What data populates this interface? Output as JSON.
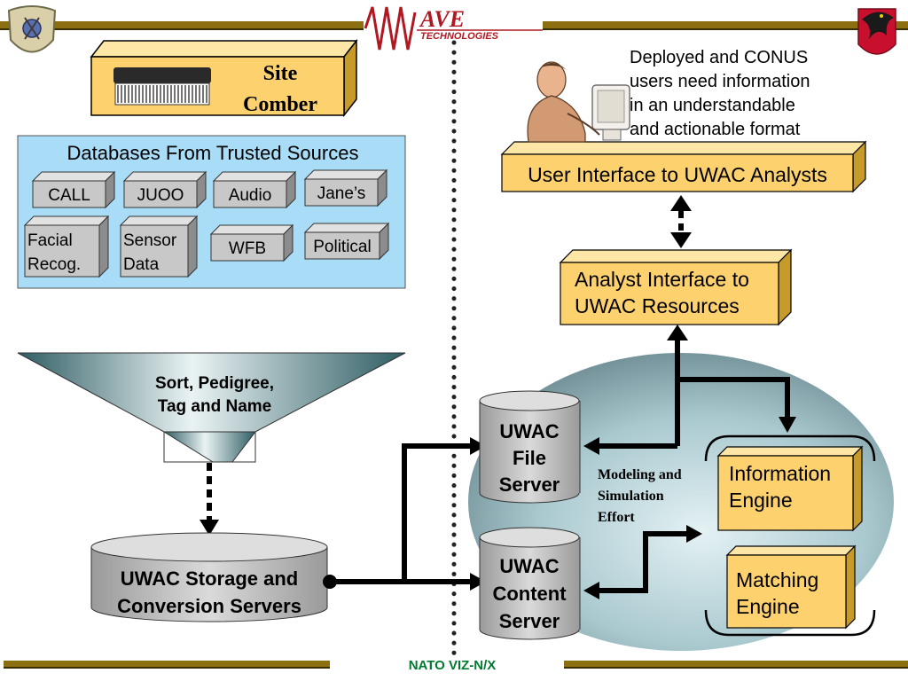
{
  "header": {
    "logo_text_top": "AVE",
    "logo_text_bottom": "TECHNOLOGIES"
  },
  "site_comber": {
    "line1": "Site",
    "line2": "Comber"
  },
  "databases": {
    "title": "Databases From Trusted Sources",
    "items": [
      {
        "lines": [
          "CALL"
        ]
      },
      {
        "lines": [
          "JUOO"
        ]
      },
      {
        "lines": [
          "Audio"
        ]
      },
      {
        "lines": [
          "Jane’s"
        ]
      },
      {
        "lines": [
          "Facial",
          "Recog."
        ]
      },
      {
        "lines": [
          "Sensor",
          "Data"
        ]
      },
      {
        "lines": [
          "WFB"
        ]
      },
      {
        "lines": [
          "Political"
        ]
      }
    ]
  },
  "funnel": {
    "line1": "Sort, Pedigree,",
    "line2": "Tag and Name"
  },
  "storage": {
    "line1": "UWAC Storage and",
    "line2": "Conversion Servers"
  },
  "file_server": {
    "line1": "UWAC",
    "line2": "File",
    "line3": "Server"
  },
  "content_server": {
    "line1": "UWAC",
    "line2": "Content",
    "line3": "Server"
  },
  "modeling": {
    "line1": "Modeling and",
    "line2": "Simulation",
    "line3": "Effort"
  },
  "info_engine": {
    "line1": "Information",
    "line2": "Engine"
  },
  "matching_engine": {
    "line1": "Matching",
    "line2": "Engine"
  },
  "analyst_interface": {
    "line1": "Analyst Interface to",
    "line2": "UWAC Resources"
  },
  "user_interface": {
    "label": "User Interface to UWAC Analysts"
  },
  "callout": {
    "line1": "Deployed and CONUS",
    "line2": "users need information",
    "line3": "in an understandable",
    "line4": "and actionable format"
  },
  "footer": {
    "label": "NATO VIZ-N/X"
  },
  "colors": {
    "box_orange": "#fdd26e",
    "db_panel": "#a9dcf6",
    "db_box": "#c8c8c8",
    "header_bar": "#8b6f10",
    "footer_text": "#007a2e"
  }
}
